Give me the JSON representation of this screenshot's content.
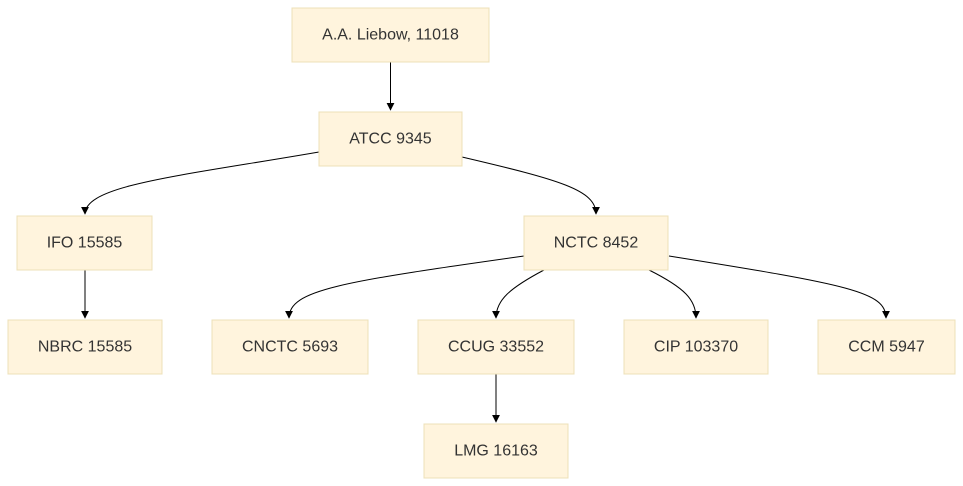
{
  "nodes": {
    "liebow": "A.A. Liebow, 11018",
    "atcc": "ATCC 9345",
    "ifo": "IFO 15585",
    "nctc": "NCTC 8452",
    "nbrc": "NBRC 15585",
    "cnctc": "CNCTC 5693",
    "ccug": "CCUG 33552",
    "cip": "CIP 103370",
    "ccm": "CCM 5947",
    "lmg": "LMG 16163"
  },
  "edges": [
    {
      "from": "liebow",
      "to": "atcc"
    },
    {
      "from": "atcc",
      "to": "ifo"
    },
    {
      "from": "atcc",
      "to": "nctc"
    },
    {
      "from": "ifo",
      "to": "nbrc"
    },
    {
      "from": "nctc",
      "to": "cnctc"
    },
    {
      "from": "nctc",
      "to": "ccug"
    },
    {
      "from": "nctc",
      "to": "cip"
    },
    {
      "from": "nctc",
      "to": "ccm"
    },
    {
      "from": "ccug",
      "to": "lmg"
    }
  ]
}
